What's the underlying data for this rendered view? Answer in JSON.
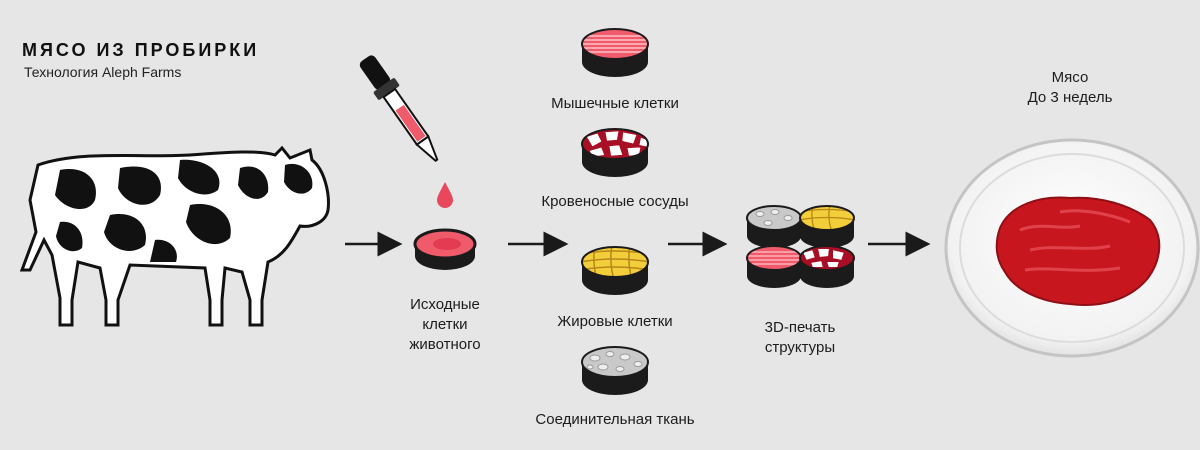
{
  "header": {
    "title": "МЯСО ИЗ ПРОБИРКИ",
    "subtitle": "Технология Aleph Farms"
  },
  "steps": {
    "source_cells": [
      "Исходные",
      "клетки",
      "животного"
    ],
    "muscle": "Мышечные клетки",
    "vessels": "Кровеносные сосуды",
    "fat": "Жировые клетки",
    "connective": "Соединительная ткань",
    "print": [
      "3D-печать",
      "структуры"
    ],
    "meat": [
      "Мясо",
      "До 3 недель"
    ]
  },
  "colors": {
    "background": "#e6e6e6",
    "muscle": "#ef5b6b",
    "fat": "#f2cf3a",
    "connective": "#c9c9c9",
    "vessel": "#a80f24",
    "meat": "#c8161f",
    "disk": "#1b1b1b"
  },
  "icons": [
    "cow-icon",
    "pipette-icon",
    "blood-drop-icon",
    "petri-dish-icon",
    "arrow-icon"
  ]
}
